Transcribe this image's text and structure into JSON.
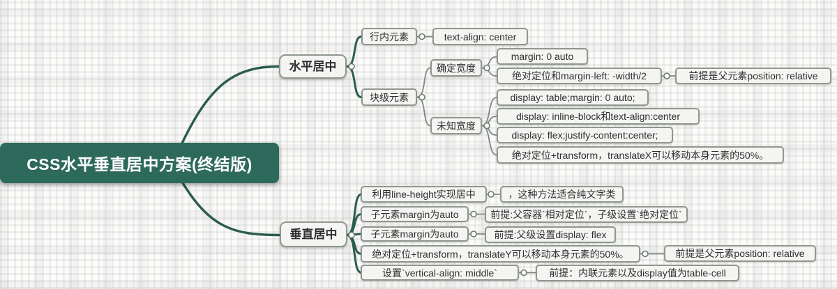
{
  "title": "CSS centering solutions mind map",
  "colors": {
    "root_bg": "#2e6a5b",
    "root_text": "#ffffff",
    "branch_line": "#2b5d4f",
    "connector_line": "#7d8882",
    "node_border": "#8f978f",
    "node_bg": "#f4f4f2",
    "node_text": "#2f2f2f",
    "background": "#fbfbfa"
  },
  "mindmap": {
    "root": "CSS水平垂直居中方案(终结版)",
    "branches": [
      {
        "label": "水平居中",
        "children": [
          {
            "label": "行内元素",
            "children": [
              {
                "label": "text-align: center"
              }
            ]
          },
          {
            "label": "块级元素",
            "children": [
              {
                "label": "确定宽度",
                "children": [
                  {
                    "label": "margin:  0 auto"
                  },
                  {
                    "label": "绝对定位和margin-left: -width/2",
                    "children": [
                      {
                        "label": "前提是父元素position: relative"
                      }
                    ]
                  }
                ]
              },
              {
                "label": "未知宽度",
                "children": [
                  {
                    "label": "display: table;margin: 0 auto;"
                  },
                  {
                    "label": "display:  inline-block和text-align:center"
                  },
                  {
                    "label": "display: flex;justify-content:center;"
                  },
                  {
                    "label": "绝对定位+transform，translateX可以移动本身元素的50%。"
                  }
                ]
              }
            ]
          }
        ]
      },
      {
        "label": "垂直居中",
        "children": [
          {
            "label": "利用line-height实现居中",
            "children": [
              {
                "label": "，这种方法适合纯文字类"
              }
            ]
          },
          {
            "label": "子元素margin为auto",
            "children": [
              {
                "label": "前提:父容器`相对定位`，子级设置`绝对定位`"
              }
            ]
          },
          {
            "label": "子元素margin为auto",
            "children": [
              {
                "label": "前提:父级设置display: flex"
              }
            ]
          },
          {
            "label": "绝对定位+transform，translateY可以移动本身元素的50%。",
            "children": [
              {
                "label": "前提是父元素position: relative"
              }
            ]
          },
          {
            "label": "设置`vertical-align: middle`",
            "children": [
              {
                "label": "前提：内联元素以及display值为table-cell"
              }
            ]
          }
        ]
      }
    ]
  }
}
